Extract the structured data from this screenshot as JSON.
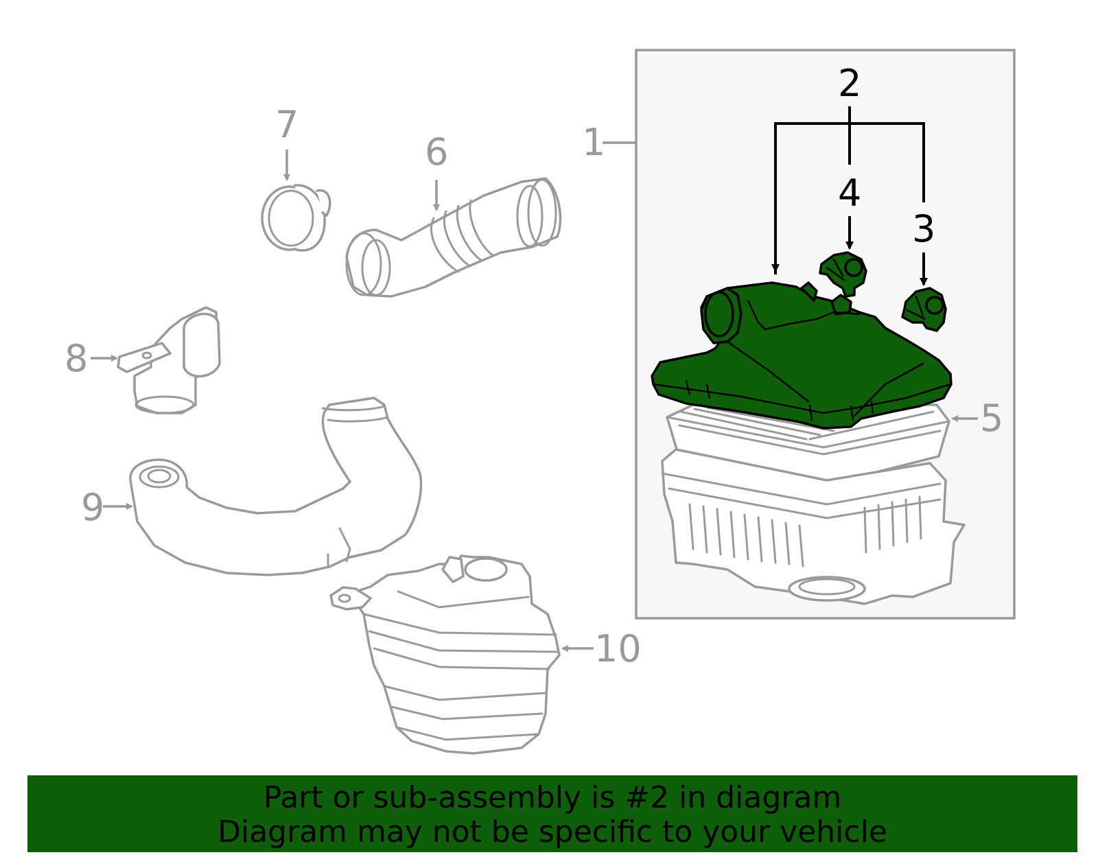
{
  "colors": {
    "highlight": "#0f5f0a",
    "banner_background": "#0f5f0a",
    "part_outline": "#9a9a9a",
    "assembly_box_fill": "#f7f7f7"
  },
  "callouts": {
    "c1": "1",
    "c2": "2",
    "c3": "3",
    "c4": "4",
    "c5": "5",
    "c6": "6",
    "c7": "7",
    "c8": "8",
    "c9": "9",
    "c10": "10"
  },
  "highlighted_part": "2",
  "banner": {
    "line1": "Part or sub-assembly is #2 in diagram",
    "line2": "Diagram may not be specific to your vehicle"
  }
}
